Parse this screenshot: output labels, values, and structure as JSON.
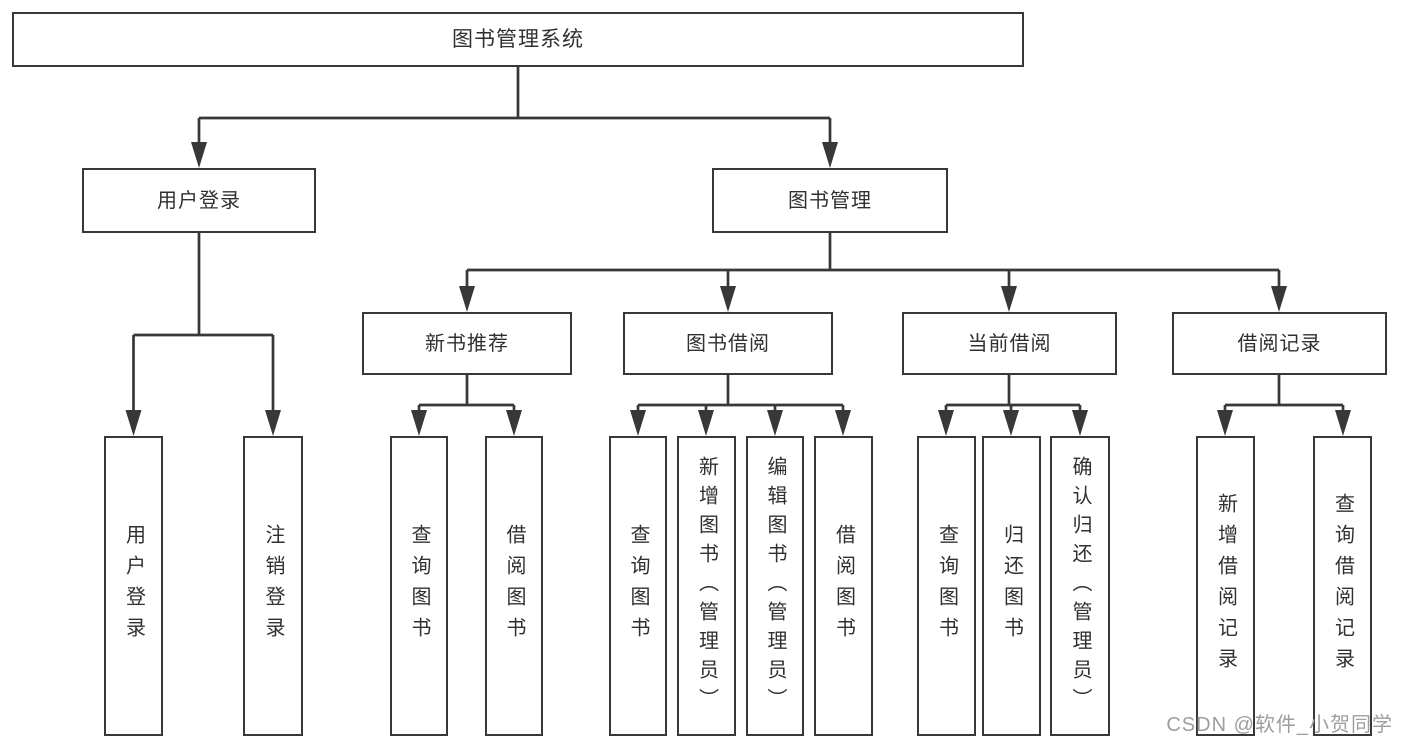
{
  "page": {
    "background": "#ffffff",
    "line_color": "#383838",
    "box_border_color": "#383838",
    "text_color": "#303030"
  },
  "watermark": {
    "text": "CSDN @软件_小贺同学",
    "color": "#9e9e9e"
  },
  "tree": {
    "root": {
      "label": "图书管理系统",
      "children": [
        {
          "label": "用户登录",
          "children": [
            {
              "label": "用户登录"
            },
            {
              "label": "注销登录"
            }
          ]
        },
        {
          "label": "图书管理",
          "children": [
            {
              "label": "新书推荐",
              "children": [
                {
                  "label": "查询图书"
                },
                {
                  "label": "借阅图书"
                }
              ]
            },
            {
              "label": "图书借阅",
              "children": [
                {
                  "label": "查询图书"
                },
                {
                  "label": "新增图书（管理员）"
                },
                {
                  "label": "编辑图书（管理员）"
                },
                {
                  "label": "借阅图书"
                }
              ]
            },
            {
              "label": "当前借阅",
              "children": [
                {
                  "label": "查询图书"
                },
                {
                  "label": "归还图书"
                },
                {
                  "label": "确认归还（管理员）"
                }
              ]
            },
            {
              "label": "借阅记录",
              "children": [
                {
                  "label": "新增借阅记录"
                },
                {
                  "label": "查询借阅记录"
                }
              ]
            }
          ]
        }
      ]
    }
  }
}
